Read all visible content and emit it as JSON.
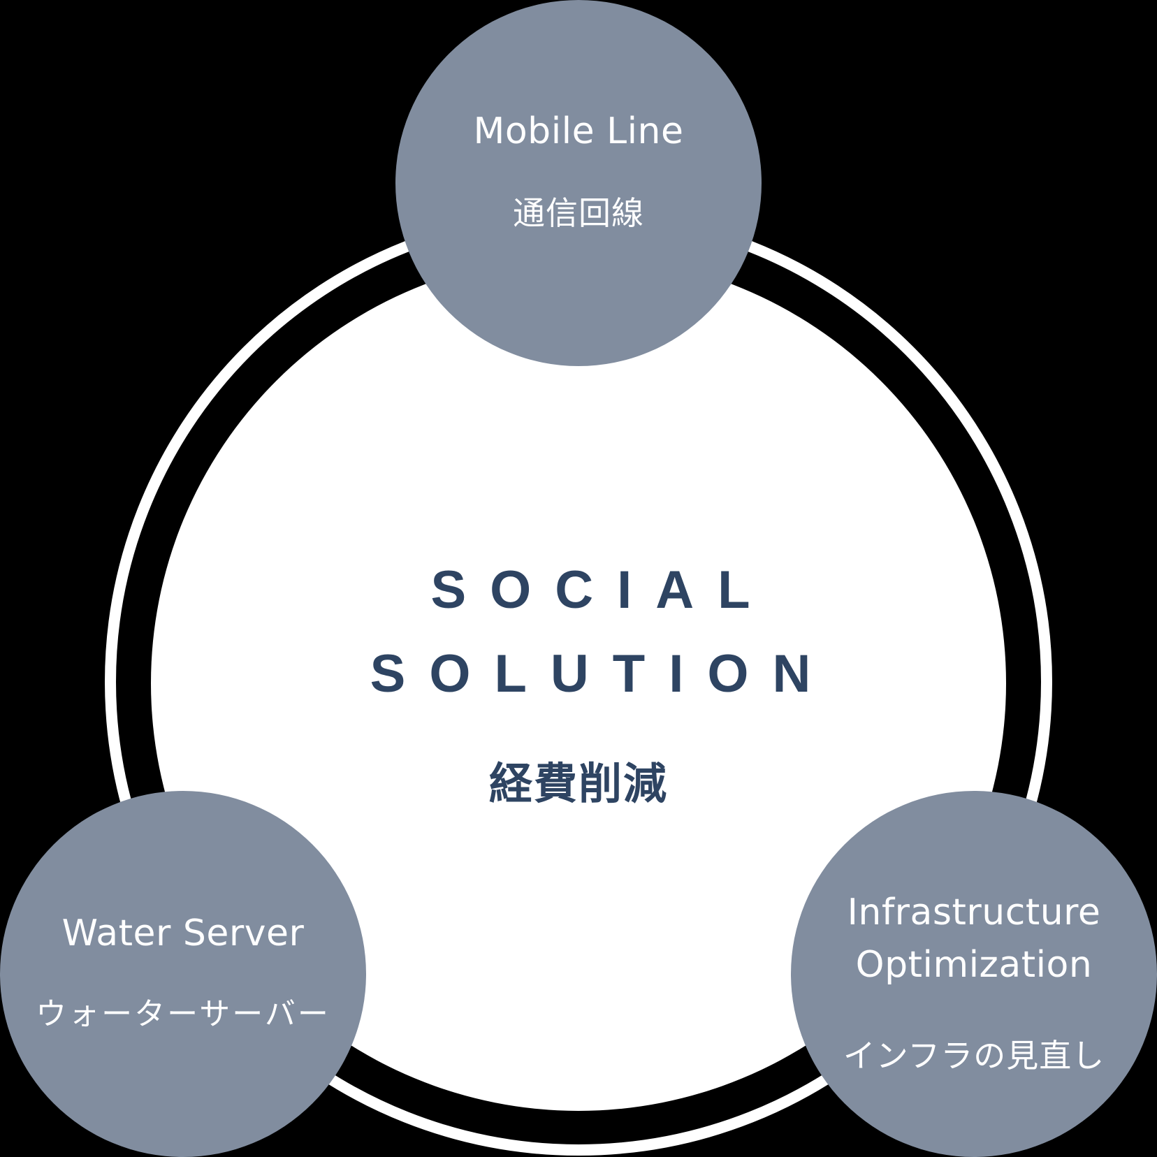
{
  "diagram": {
    "center": {
      "title_line1": "SOCIAL",
      "title_line2": "SOLUTION",
      "subtitle": "経費削減"
    },
    "nodes": [
      {
        "position": "top",
        "label_en": "Mobile Line",
        "label_ja": "通信回線"
      },
      {
        "position": "bottom-left",
        "label_en": "Water Server",
        "label_ja": "ウォーターサーバー"
      },
      {
        "position": "bottom-right",
        "label_en_line1": "Infrastructure",
        "label_en_line2": "Optimization",
        "label_ja": "インフラの見直し"
      }
    ],
    "colors": {
      "node_fill": "#818d9f",
      "center_text": "#2e4462",
      "ring": "#ffffff",
      "center_fill": "#ffffff"
    }
  }
}
